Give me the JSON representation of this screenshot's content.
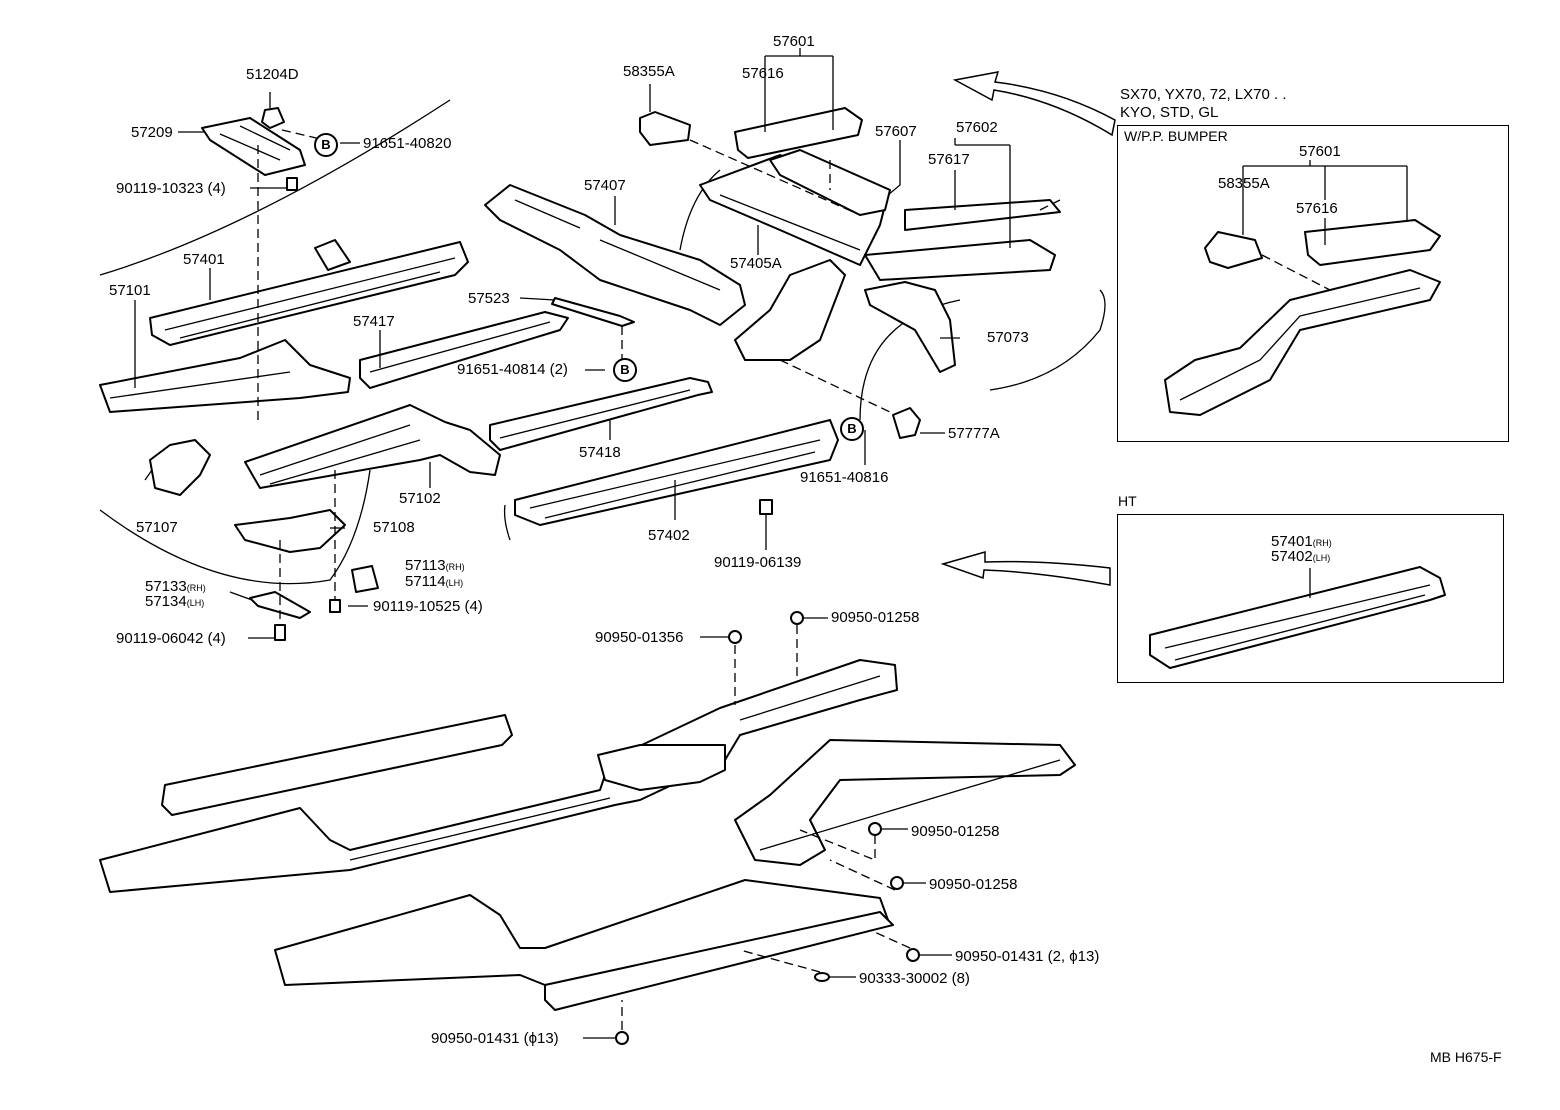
{
  "diagram": {
    "labels": {
      "l51204D": "51204D",
      "l57209": "57209",
      "l91651_40820": "91651-40820",
      "l90119_10323": "90119-10323 (4)",
      "l57401": "57401",
      "l57101": "57101",
      "l57417": "57417",
      "l57107": "57107",
      "l57102": "57102",
      "l57108": "57108",
      "l57113": "57113",
      "l57113_sub": "(RH)",
      "l57114": "57114",
      "l57114_sub": "(LH)",
      "l57133": "57133",
      "l57133_sub": "(RH)",
      "l57134": "57134",
      "l57134_sub": "(LH)",
      "l90119_10525": "90119-10525 (4)",
      "l90119_06042": "90119-06042 (4)",
      "l58355A": "58355A",
      "l57601": "57601",
      "l57616": "57616",
      "l57407": "57407",
      "l57607": "57607",
      "l57602": "57602",
      "l57617": "57617",
      "l57405A": "57405A",
      "l57523": "57523",
      "l91651_40814": "91651-40814 (2)",
      "l57073": "57073",
      "l57418": "57418",
      "l57777A": "57777A",
      "l91651_40816": "91651-40816",
      "l57402": "57402",
      "l90119_06139": "90119-06139",
      "l90950_01258a": "90950-01258",
      "l90950_01356": "90950-01356",
      "l90950_01258b": "90950-01258",
      "l90950_01258c": "90950-01258",
      "l90950_01431a": "90950-01431 (2, ϕ13)",
      "l90333_30002": "90333-30002 (8)",
      "l90950_01431b": "90950-01431 (ϕ13)",
      "footer": "MB H675-F"
    },
    "inset_bumper": {
      "models_line1": "SX70, YX70, 72, LX70 . .",
      "models_line2": "KYO, STD, GL",
      "title": "W/P.P. BUMPER",
      "l57601": "57601",
      "l58355A": "58355A",
      "l57616": "57616"
    },
    "inset_ht": {
      "title": "HT",
      "l57401": "57401",
      "l57401_sub": "(RH)",
      "l57402": "57402",
      "l57402_sub": "(LH)"
    },
    "circle_symbol": "B"
  }
}
